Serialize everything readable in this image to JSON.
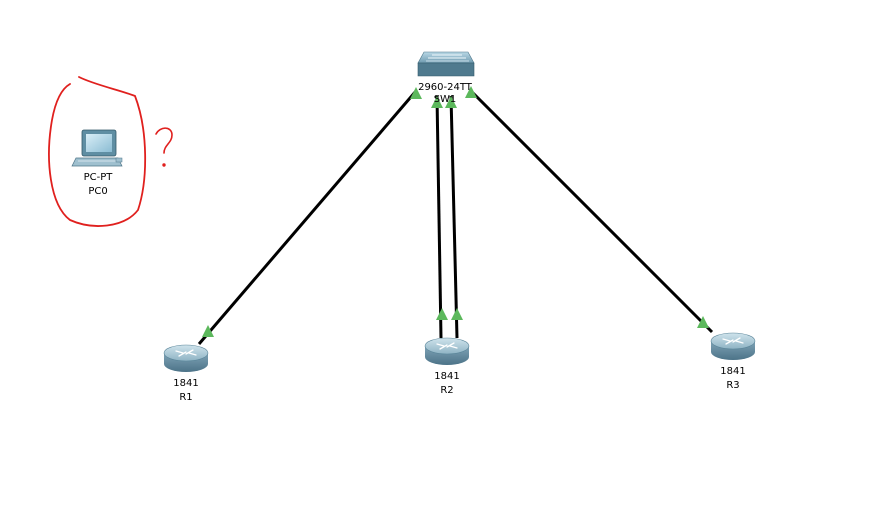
{
  "colors": {
    "link": "#000000",
    "link_up_marker": "#5cb85c",
    "annotation": "#e0201e",
    "background": "#ffffff"
  },
  "devices": {
    "sw1": {
      "model": "2960-24TT",
      "name": "SW1",
      "icon": "switch-icon"
    },
    "pc0": {
      "model": "PC-PT",
      "name": "PC0",
      "icon": "pc-icon"
    },
    "r1": {
      "model": "1841",
      "name": "R1",
      "icon": "router-icon"
    },
    "r2": {
      "model": "1841",
      "name": "R2",
      "icon": "router-icon"
    },
    "r3": {
      "model": "1841",
      "name": "R3",
      "icon": "router-icon"
    }
  },
  "links": [
    {
      "from": "SW1",
      "to": "R1",
      "status": "up"
    },
    {
      "from": "SW1",
      "to": "R2",
      "status": "up"
    },
    {
      "from": "SW1",
      "to": "R2",
      "status": "up"
    },
    {
      "from": "SW1",
      "to": "R3",
      "status": "up"
    }
  ],
  "annotation": {
    "symbol": "?",
    "icon": "hand-drawn-circle"
  }
}
